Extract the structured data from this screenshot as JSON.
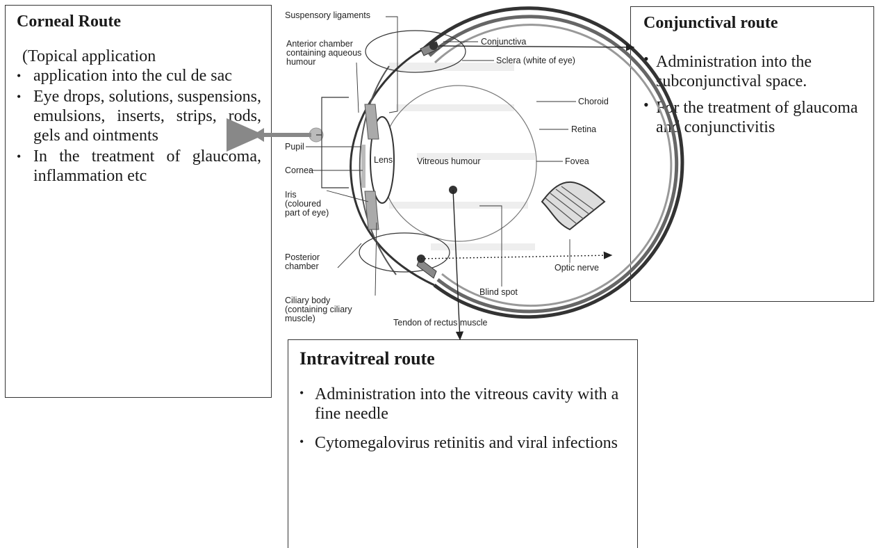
{
  "corneal": {
    "title": "Corneal Route",
    "intro": "(Topical application",
    "items": [
      "application into the cul de sac",
      "Eye drops, solutions, suspensions, emulsions, inserts, strips, rods, gels and ointments",
      "In the treatment of glaucoma, inflammation etc"
    ]
  },
  "conjunctival": {
    "title": "Conjunctival route",
    "items": [
      "Administration into the subconjunctival space.",
      "For the treatment of glaucoma and conjunctivitis"
    ]
  },
  "intravitreal": {
    "title": "Intravitreal route",
    "items": [
      "Administration into the vitreous cavity with a fine needle",
      "Cytomegalovirus retinitis and viral infections"
    ]
  },
  "eye_labels": {
    "suspensory": "Suspensory ligaments",
    "anterior_1": "Anterior chamber",
    "anterior_2": "containing aqueous",
    "anterior_3": "humour",
    "conjunctiva": "Conjunctiva",
    "sclera": "Sclera (white of eye)",
    "choroid": "Choroid",
    "retina": "Retina",
    "fovea": "Fovea",
    "pupil": "Pupil",
    "cornea": "Cornea",
    "lens": "Lens",
    "vitreous": "Vitreous humour",
    "iris_1": "Iris",
    "iris_2": "(coloured",
    "iris_3": "part of eye)",
    "posterior_1": "Posterior",
    "posterior_2": "chamber",
    "optic": "Optic nerve",
    "blind": "Blind spot",
    "ciliary_1": "Ciliary body",
    "ciliary_2": "(containing ciliary",
    "ciliary_3": "muscle)",
    "tendon": "Tendon of rectus muscle"
  },
  "bullet_glyph": "•"
}
